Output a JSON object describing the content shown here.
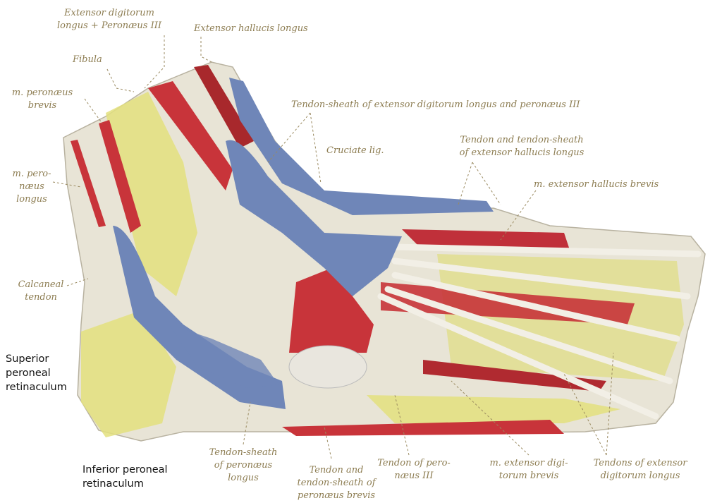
{
  "labels": {
    "edl_p3": [
      "Extensor digitorum",
      "longus + Peronæus III"
    ],
    "ehl": "Extensor hallucis longus",
    "fibula": "Fibula",
    "pb": [
      "m. peronæus",
      "brevis"
    ],
    "sheath_edl": "Tendon-sheath of extensor digitorum longus and peronæus III",
    "cruciate": "Cruciate lig.",
    "sheath_ehl": [
      "Tendon and tendon-sheath",
      "of extensor hallucis longus"
    ],
    "ehb": "m. extensor hallucis brevis",
    "pl": [
      "m. pero-",
      "næus",
      "longus"
    ],
    "calcaneal": [
      "Calcaneal",
      "tendon"
    ],
    "sheath_pl": [
      "Tendon-sheath",
      "of peronæus",
      "longus"
    ],
    "sheath_pb": [
      "Tendon and",
      "tendon-sheath of",
      "peronæus brevis"
    ],
    "p3": [
      "Tendon of pero-",
      "næus III"
    ],
    "edb": [
      "m. extensor digi-",
      "torum brevis"
    ],
    "tendons_edl": [
      "Tendons of extensor",
      "digitorum longus"
    ]
  },
  "annotations": {
    "superior": [
      "Superior",
      "peroneal",
      "retinaculum"
    ],
    "inferior": [
      "Inferior peroneal",
      "retinaculum"
    ]
  },
  "colors": {
    "muscle": "#c8343a",
    "sheath": "#6f86b8",
    "fat": "#e3e17e",
    "tendon": "#ece8dc",
    "label": "#8d7d52"
  }
}
